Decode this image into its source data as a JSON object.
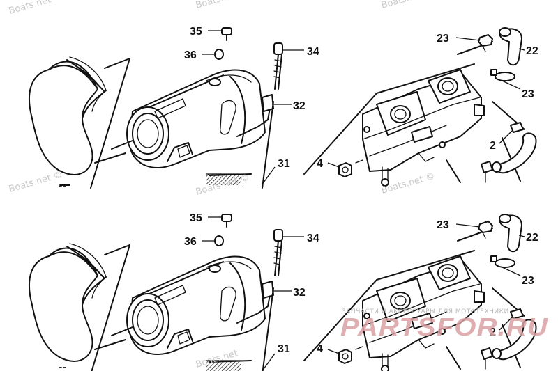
{
  "panels": [
    {
      "id": "top",
      "callouts": [
        "35",
        "36",
        "34",
        "32",
        "31",
        "23",
        "22",
        "23",
        "2",
        "4"
      ],
      "partial_callouts": [
        "--"
      ]
    },
    {
      "id": "bottom",
      "callouts": [
        "35",
        "36",
        "34",
        "32",
        "31",
        "23",
        "22",
        "23",
        "2",
        "4"
      ],
      "partial_callouts": [
        "--"
      ]
    }
  ],
  "watermarks": [
    "Boats.net",
    "Boats.net",
    "Boats.net ©",
    "Boats.net ©",
    "Boats.net ©",
    "Boats.net",
    "Boats.net"
  ],
  "brand_overlay": {
    "tagline": "ЗАПЧАСТИ И АКСЕССУАРЫ ДЛЯ МОТОТЕХНИКИ",
    "logo": "PARTSFOR.RU"
  },
  "colors": {
    "ink": "#111111",
    "watermark": "#c9c9c9",
    "brand_logo": "#d9a0a3"
  }
}
